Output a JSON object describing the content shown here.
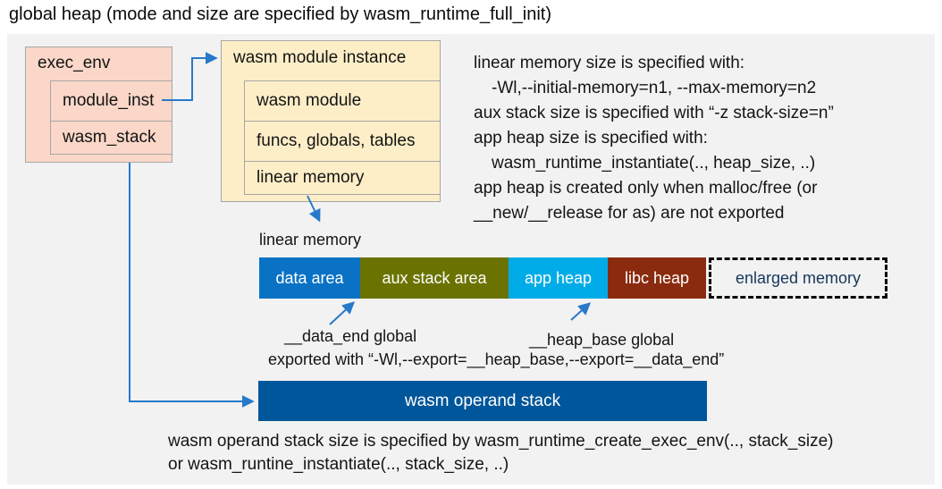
{
  "title": "global heap (mode and size are specified by wasm_runtime_full_init)",
  "colors": {
    "panel_bg": "#f2f2f2",
    "struct_pink": "#fad7c8",
    "struct_cream": "#fdeec7",
    "box_border": "#a6a6a6",
    "arrow_blue": "#2779c9",
    "data_area": "#0a72c4",
    "aux_stack_area": "#6b7300",
    "app_heap": "#00ace8",
    "libc_heap": "#8a2b10",
    "operand_stack": "#00569a",
    "enlarged_memory_text": "#16365c"
  },
  "exec_env": {
    "label": "exec_env",
    "fields": [
      "module_inst",
      "wasm_stack"
    ]
  },
  "module_instance": {
    "label": "wasm module instance",
    "fields": [
      "wasm module",
      "funcs, globals, tables",
      "linear memory"
    ]
  },
  "notes_right": {
    "lines": [
      "linear memory size is specified with:",
      "-Wl,--initial-memory=n1, --max-memory=n2",
      "aux stack size is specified with “-z stack-size=n”",
      "app heap size is specified with:",
      "wasm_runtime_instantiate(.., heap_size, ..)",
      "app heap is created only when malloc/free (or",
      "__new/__release for as) are not exported"
    ]
  },
  "linear_memory": {
    "label": "linear memory",
    "segments": [
      {
        "label": "data area",
        "color": "#0a72c4"
      },
      {
        "label": "aux stack area",
        "color": "#6b7300"
      },
      {
        "label": "app heap",
        "color": "#00ace8"
      },
      {
        "label": "libc heap",
        "color": "#8a2b10"
      },
      {
        "label": "enlarged memory",
        "color": "#16365c"
      }
    ]
  },
  "annotations": {
    "data_end": "__data_end global",
    "heap_base": "__heap_base global",
    "exported": "exported with “-Wl,--export=__heap_base,--export=__data_end”"
  },
  "operand_stack": {
    "label": "wasm operand stack",
    "note_line1": "wasm operand stack size is specified by wasm_runtime_create_exec_env(.., stack_size)",
    "note_line2": "or wasm_runtine_instantiate(.., stack_size, ..)"
  }
}
